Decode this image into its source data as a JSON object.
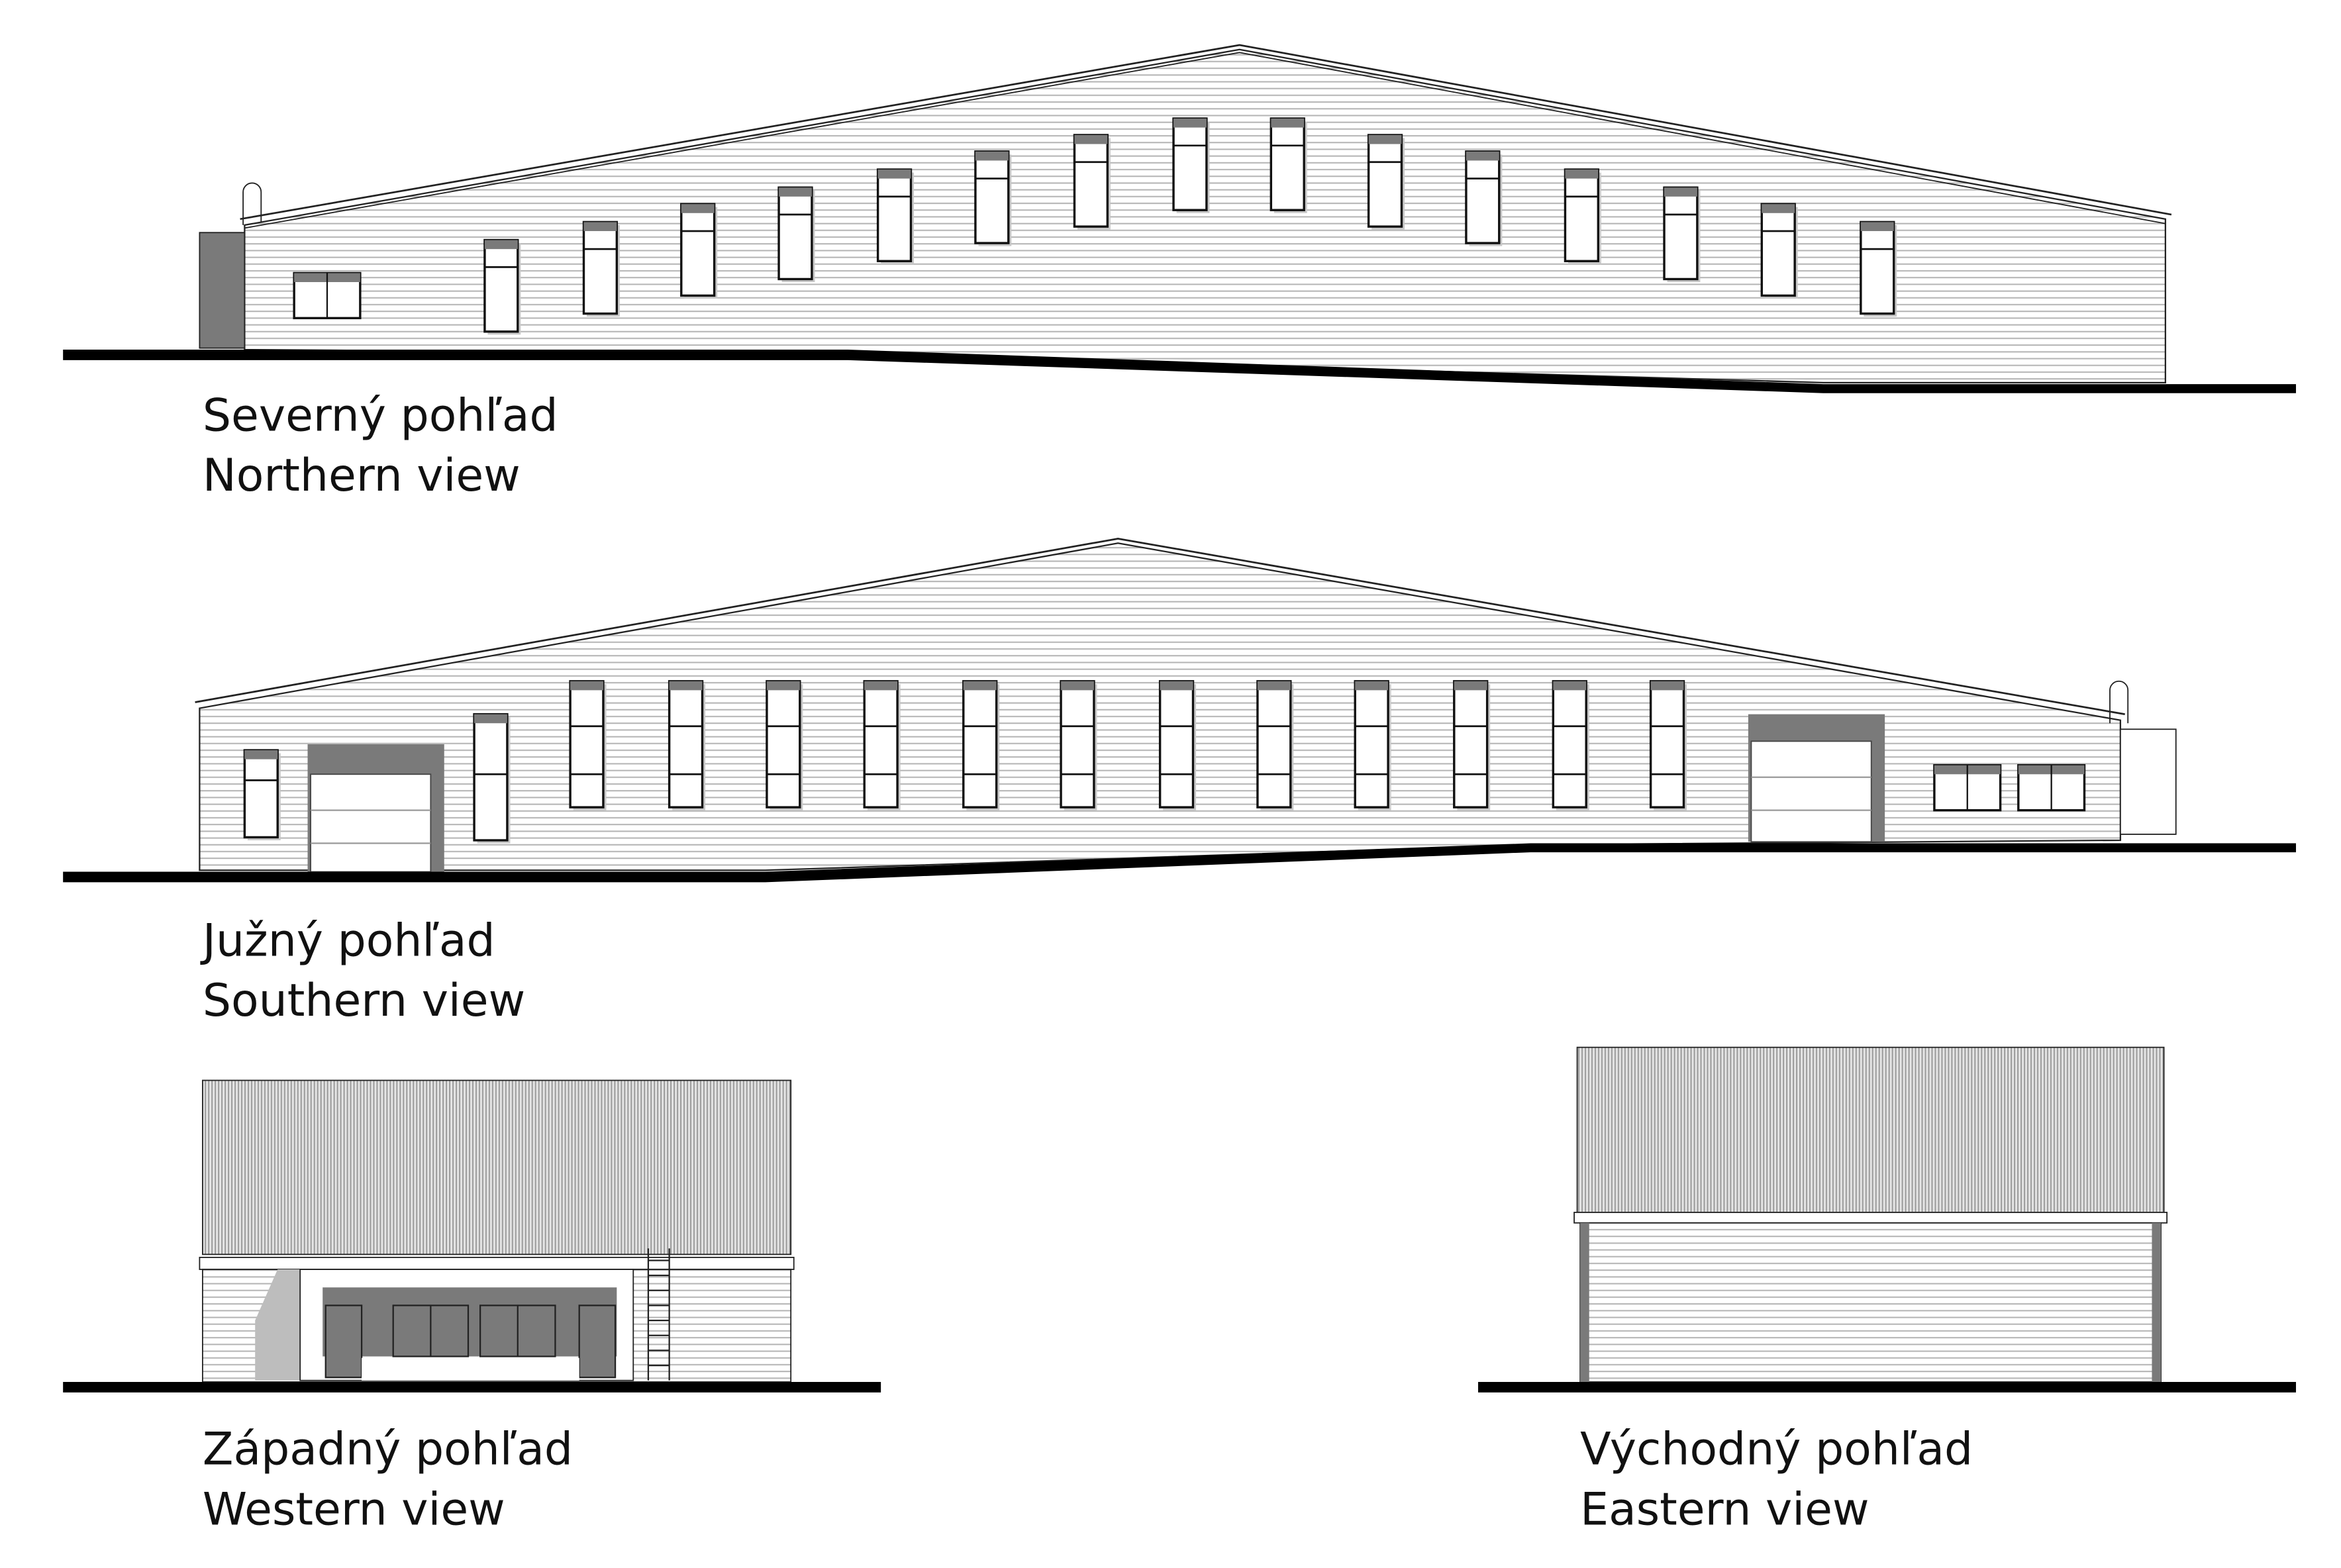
{
  "views": [
    {
      "id": "north",
      "label_sk": "Severný pohľad",
      "label_en": "Northern view"
    },
    {
      "id": "south",
      "label_sk": "Južný pohľad",
      "label_en": "Southern view"
    },
    {
      "id": "west",
      "label_sk": "Západný pohľad",
      "label_en": "Western view"
    },
    {
      "id": "east",
      "label_sk": "Východný pohľad",
      "label_en": "Eastern view"
    }
  ],
  "colors": {
    "line": "#111111",
    "shade": "#7a7a7a",
    "siding": "#bdbdbd",
    "roof": "#9a9a9a"
  }
}
